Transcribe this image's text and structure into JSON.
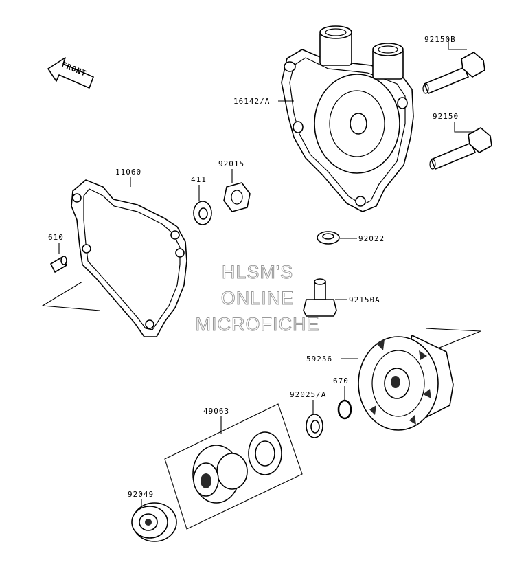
{
  "front_arrow": {
    "label": "FRONT"
  },
  "watermark": {
    "line1": "HLSM'S",
    "line2": "ONLINE",
    "line3": "MICROFICHE"
  },
  "parts": [
    {
      "id": "p-92150B",
      "label": "92150B"
    },
    {
      "id": "p-16142A",
      "label": "16142/A"
    },
    {
      "id": "p-92150",
      "label": "92150"
    },
    {
      "id": "p-11060",
      "label": "11060"
    },
    {
      "id": "p-411",
      "label": "411"
    },
    {
      "id": "p-92015",
      "label": "92015"
    },
    {
      "id": "p-610",
      "label": "610"
    },
    {
      "id": "p-92022",
      "label": "92022"
    },
    {
      "id": "p-92150A",
      "label": "92150A"
    },
    {
      "id": "p-59256",
      "label": "59256"
    },
    {
      "id": "p-670",
      "label": "670"
    },
    {
      "id": "p-92025A",
      "label": "92025/A"
    },
    {
      "id": "p-49063",
      "label": "49063"
    },
    {
      "id": "p-92049",
      "label": "92049"
    }
  ]
}
